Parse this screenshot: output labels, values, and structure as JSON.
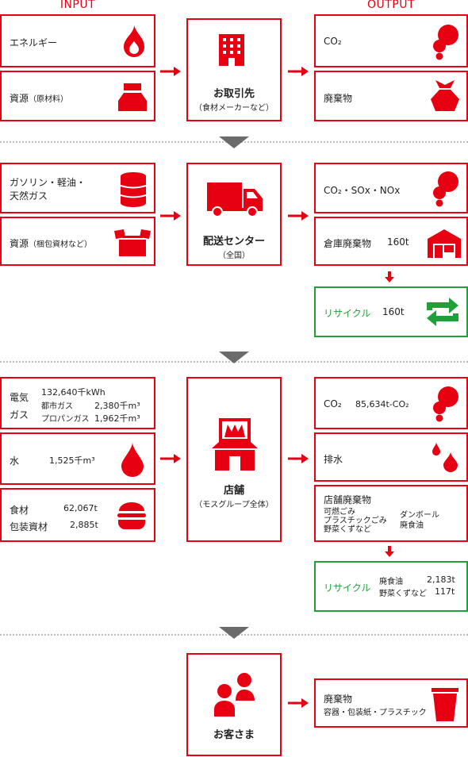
{
  "headers": {
    "input": "INPUT",
    "output": "OUTPUT"
  },
  "s1": {
    "in1": "エネルギー",
    "in2_main": "資源",
    "in2_sub": "（原材料）",
    "center_title": "お取引先",
    "center_sub": "（食材メーカーなど）",
    "out1": "CO₂",
    "out2": "廃棄物"
  },
  "s2": {
    "in1_l1": "ガソリン・軽油・",
    "in1_l2": "天然ガス",
    "in2_main": "資源",
    "in2_sub": "（梱包資材など）",
    "center_title": "配送センター",
    "center_sub": "（全国）",
    "out1": "CO₂・SOx・NOx",
    "out2_label": "倉庫廃棄物",
    "out2_value": "160t",
    "recycle_label": "リサイクル",
    "recycle_value": "160t"
  },
  "s3": {
    "elec_label": "電気",
    "gas_label": "ガス",
    "elec_value": "132,640千kWh",
    "city_gas_label": "都市ガス",
    "city_gas_value": "2,380千m³",
    "propane_label": "プロパンガス",
    "propane_value": "1,962千m³",
    "water_label": "水",
    "water_value": "1,525千m³",
    "food_label": "食材",
    "food_value": "62,067t",
    "pack_label": "包装資材",
    "pack_value": "2,885t",
    "center_title": "店舗",
    "center_sub": "（モスグループ全体）",
    "co2_label": "CO₂",
    "co2_value": "85,634t-CO₂",
    "drain_label": "排水",
    "waste_title": "店舗廃棄物",
    "waste_l1": "可燃ごみ",
    "waste_l2": "プラスチックごみ",
    "waste_l3": "野菜くずなど",
    "waste_r1": "ダンボール",
    "waste_r2": "廃食油",
    "recycle_label": "リサイクル",
    "recycle_oil_label": "廃食油",
    "recycle_oil_value": "2,183t",
    "recycle_veg_label": "野菜くずなど",
    "recycle_veg_value": "117t"
  },
  "s4": {
    "center_title": "お客さま",
    "out_title": "廃棄物",
    "out_sub": "容器・包装紙・プラスチック"
  },
  "colors": {
    "red": "#e60012",
    "green": "#21a03a",
    "gray": "#6b6b6b"
  }
}
